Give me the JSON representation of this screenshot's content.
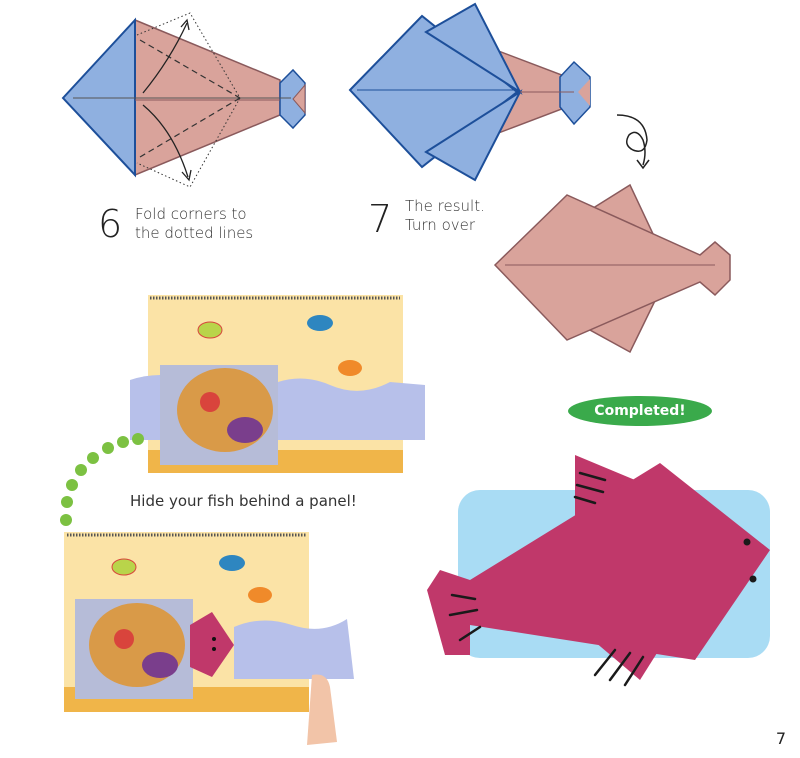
{
  "steps": [
    {
      "number": "6",
      "text_line1": "Fold corners to",
      "text_line2": "the dotted lines"
    },
    {
      "number": "7",
      "text_line1": "The result.",
      "text_line2": "Turn over"
    }
  ],
  "completed_badge": "Completed!",
  "caption": "Hide your fish behind a panel!",
  "page_number": "7",
  "colors": {
    "paper_blue": "#8fb0e0",
    "paper_pink": "#d9a39b",
    "outline_blue": "#1d4f9a",
    "outline_pink": "#8a5a5c",
    "badge_green": "#3aaa4b",
    "dots_green": "#7cc142",
    "sky_blue": "#a9dcf4",
    "fish_magenta": "#c0386a",
    "board_yellow": "#fbe3a6",
    "wave_lavender": "#b7c0ea",
    "sand_orange": "#f0b549"
  },
  "icons": [
    "turn-over-arrow-icon",
    "fold-arrow-icon"
  ]
}
